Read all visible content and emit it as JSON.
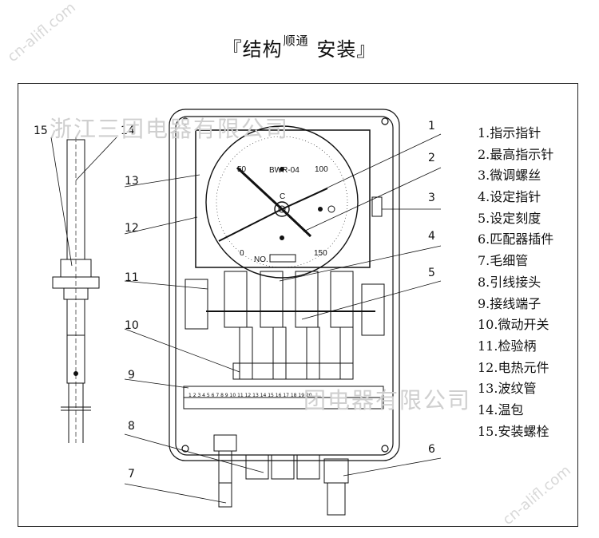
{
  "title": {
    "left": "『结构",
    "tiny": "顺通",
    "right": "安装』"
  },
  "watermarks": {
    "top": "浙江三团电器有限公司",
    "bottom": "团电器有限公司",
    "diag_top": "cn-alifl.com",
    "diag_bottom": "cn-alifl.com"
  },
  "dial": {
    "model": "BWR-04",
    "unit": "C",
    "nameplate": "NO.",
    "ticks": [
      "0",
      "50",
      "100",
      "150"
    ]
  },
  "terminal_numbers": "1 2 3 4 5 6 7 8 9 10 11 12 13 14 15 16 17 18 19 20",
  "callouts": {
    "c1": "1",
    "c2": "2",
    "c3": "3",
    "c4": "4",
    "c5": "5",
    "c6": "6",
    "c7": "7",
    "c8": "8",
    "c9": "9",
    "c10": "10",
    "c11": "11",
    "c12": "12",
    "c13": "13",
    "c14": "14",
    "c15": "15"
  },
  "legend": [
    "1.指示指针",
    "2.最高指示针",
    "3.微调螺丝",
    "4.设定指针",
    "5.设定刻度",
    "6.匹配器插件",
    "7.毛细管",
    "8.引线接头",
    "9.接线端子",
    "10.微动开关",
    "11.检验柄",
    "12.电热元件",
    "13.波纹管",
    "14.温包",
    "15.安装螺栓"
  ]
}
